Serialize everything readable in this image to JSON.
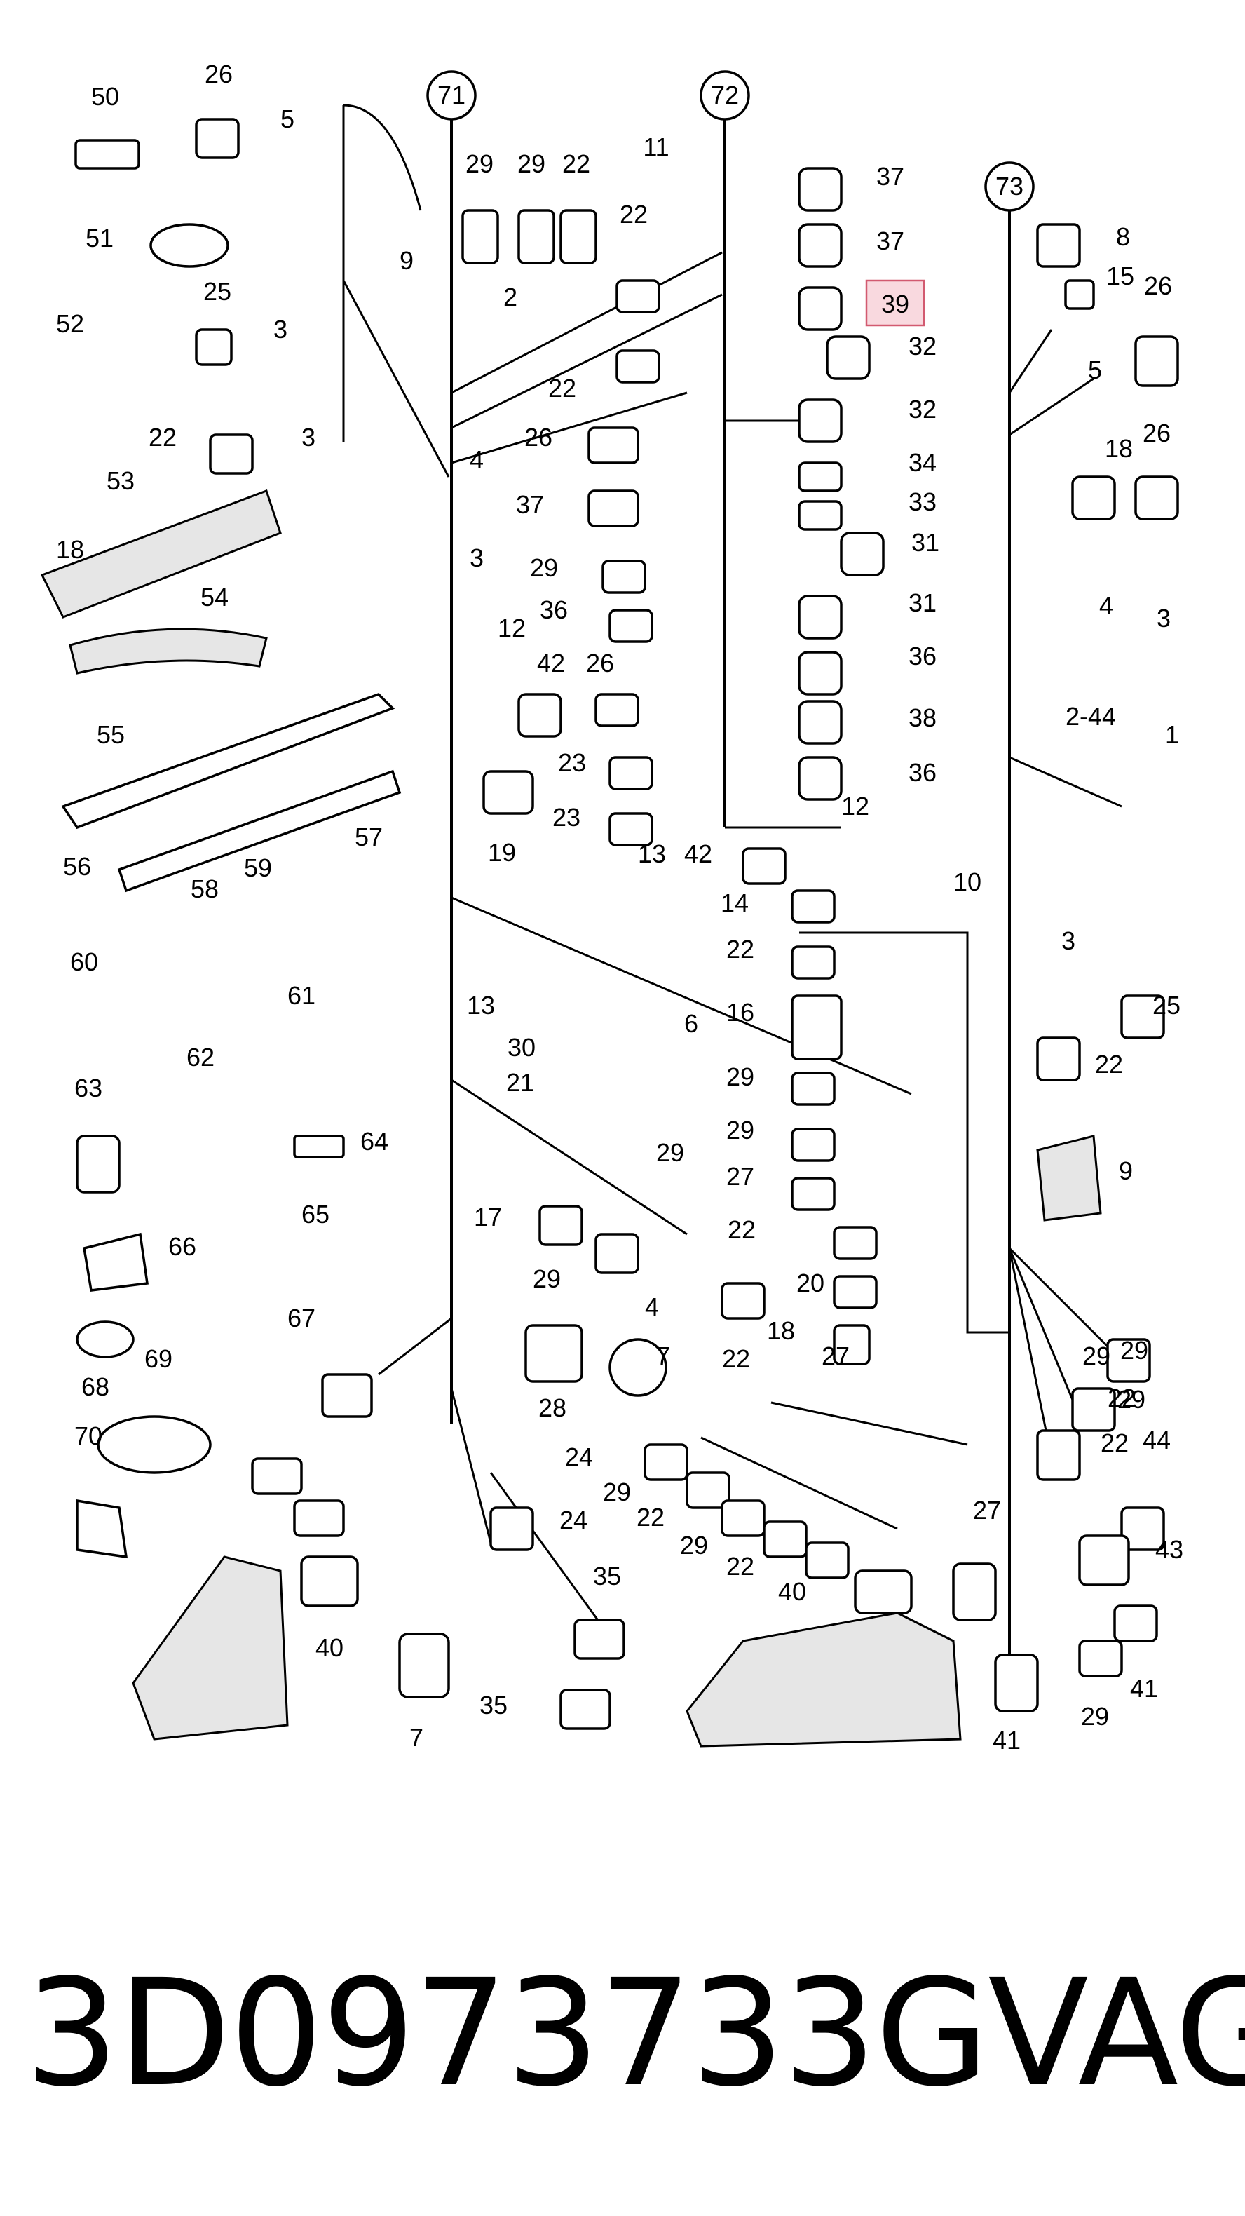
{
  "diagram": {
    "circle_labels": [
      "71",
      "72",
      "73"
    ],
    "highlighted_callout": "39",
    "callouts": [
      "50",
      "26",
      "5",
      "51",
      "52",
      "25",
      "3",
      "22",
      "3",
      "53",
      "18",
      "4",
      "3",
      "9",
      "29",
      "29",
      "22",
      "2",
      "22",
      "22",
      "26",
      "37",
      "29",
      "36",
      "12",
      "42",
      "26",
      "23",
      "23",
      "19",
      "11",
      "37",
      "37",
      "39",
      "32",
      "32",
      "34",
      "33",
      "31",
      "31",
      "36",
      "38",
      "36",
      "12",
      "42",
      "8",
      "15",
      "26",
      "5",
      "18",
      "26",
      "4",
      "3",
      "2-44",
      "1",
      "54",
      "55",
      "56",
      "57",
      "58",
      "59",
      "60",
      "61",
      "62",
      "63",
      "64",
      "65",
      "66",
      "67",
      "68",
      "69",
      "70",
      "13",
      "13",
      "30",
      "21",
      "6",
      "29",
      "14",
      "22",
      "16",
      "29",
      "29",
      "27",
      "10",
      "17",
      "29",
      "4",
      "22",
      "7",
      "28",
      "22",
      "20",
      "18",
      "27",
      "29",
      "22",
      "3",
      "25",
      "22",
      "9",
      "29",
      "29",
      "22",
      "44",
      "43",
      "41",
      "29",
      "41",
      "24",
      "29",
      "22",
      "29",
      "22",
      "40",
      "27",
      "24",
      "40",
      "35",
      "35",
      "7"
    ]
  },
  "footer": {
    "part_number": "3D0973733G",
    "brand": "VAG"
  }
}
